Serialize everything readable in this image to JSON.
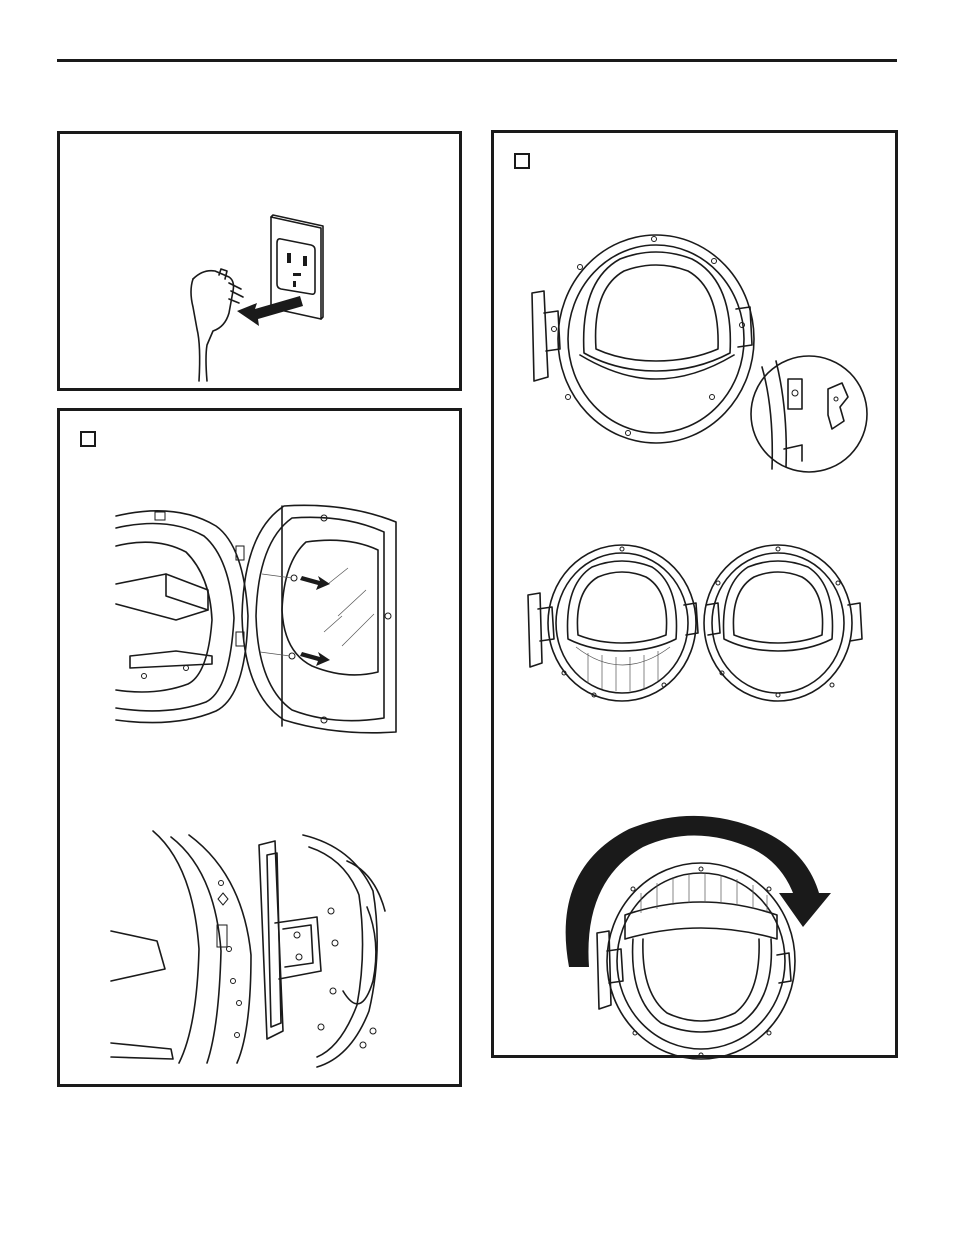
{
  "page": {
    "colors": {
      "ink": "#1a1a1a",
      "paper": "#ffffff"
    }
  },
  "panels": [
    {
      "id": "unplug",
      "icons": [
        "power-cord-plug-icon",
        "wall-outlet-icon",
        "pull-direction-arrow-icon"
      ]
    },
    {
      "id": "remove-door",
      "has_checkbox": true,
      "icons": [
        "dryer-open-door-icon",
        "hinge-screw-arrow-icon",
        "door-hinge-closeup-icon"
      ]
    },
    {
      "id": "reverse-door",
      "has_checkbox": true,
      "icons": [
        "door-front-view-icon",
        "hinge-detail-icon",
        "door-hinge-left-icon",
        "door-hinge-right-icon",
        "rotate-door-arrow-icon"
      ]
    }
  ]
}
